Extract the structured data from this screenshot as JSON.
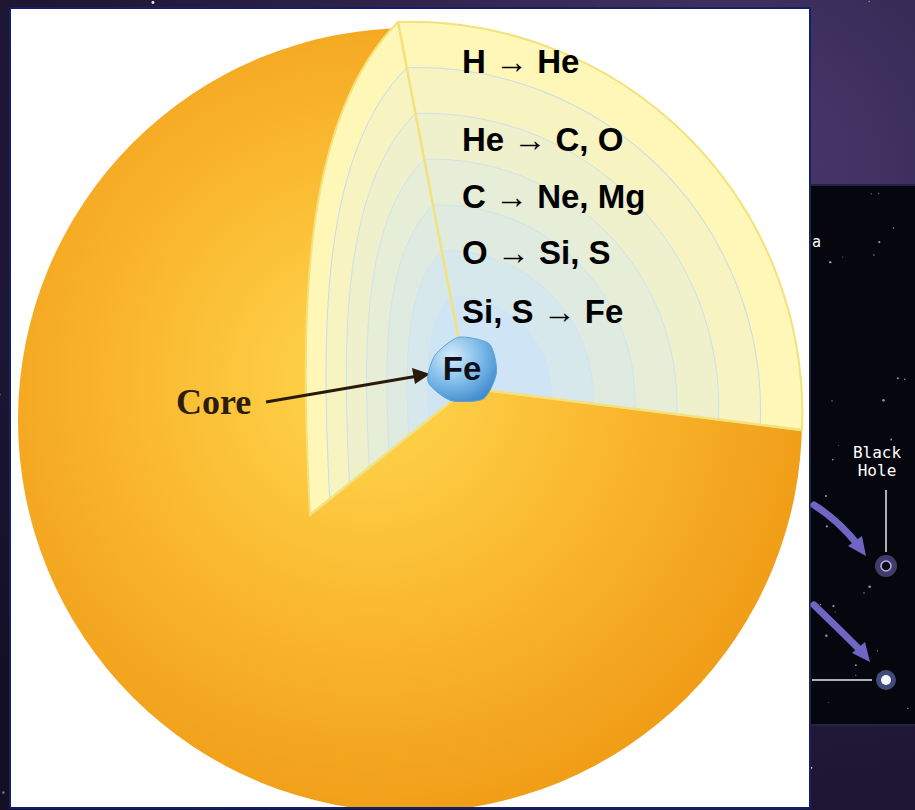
{
  "diagram": {
    "nodes": [
      {
        "text": [
          "Fe"
        ]
      }
    ],
    "labels": [
      "H → He",
      "He → C, O",
      "C → Ne, Mg",
      "O → Si, S",
      "Si, S → Fe",
      "Core",
      "a",
      "Black Hole"
    ]
  }
}
